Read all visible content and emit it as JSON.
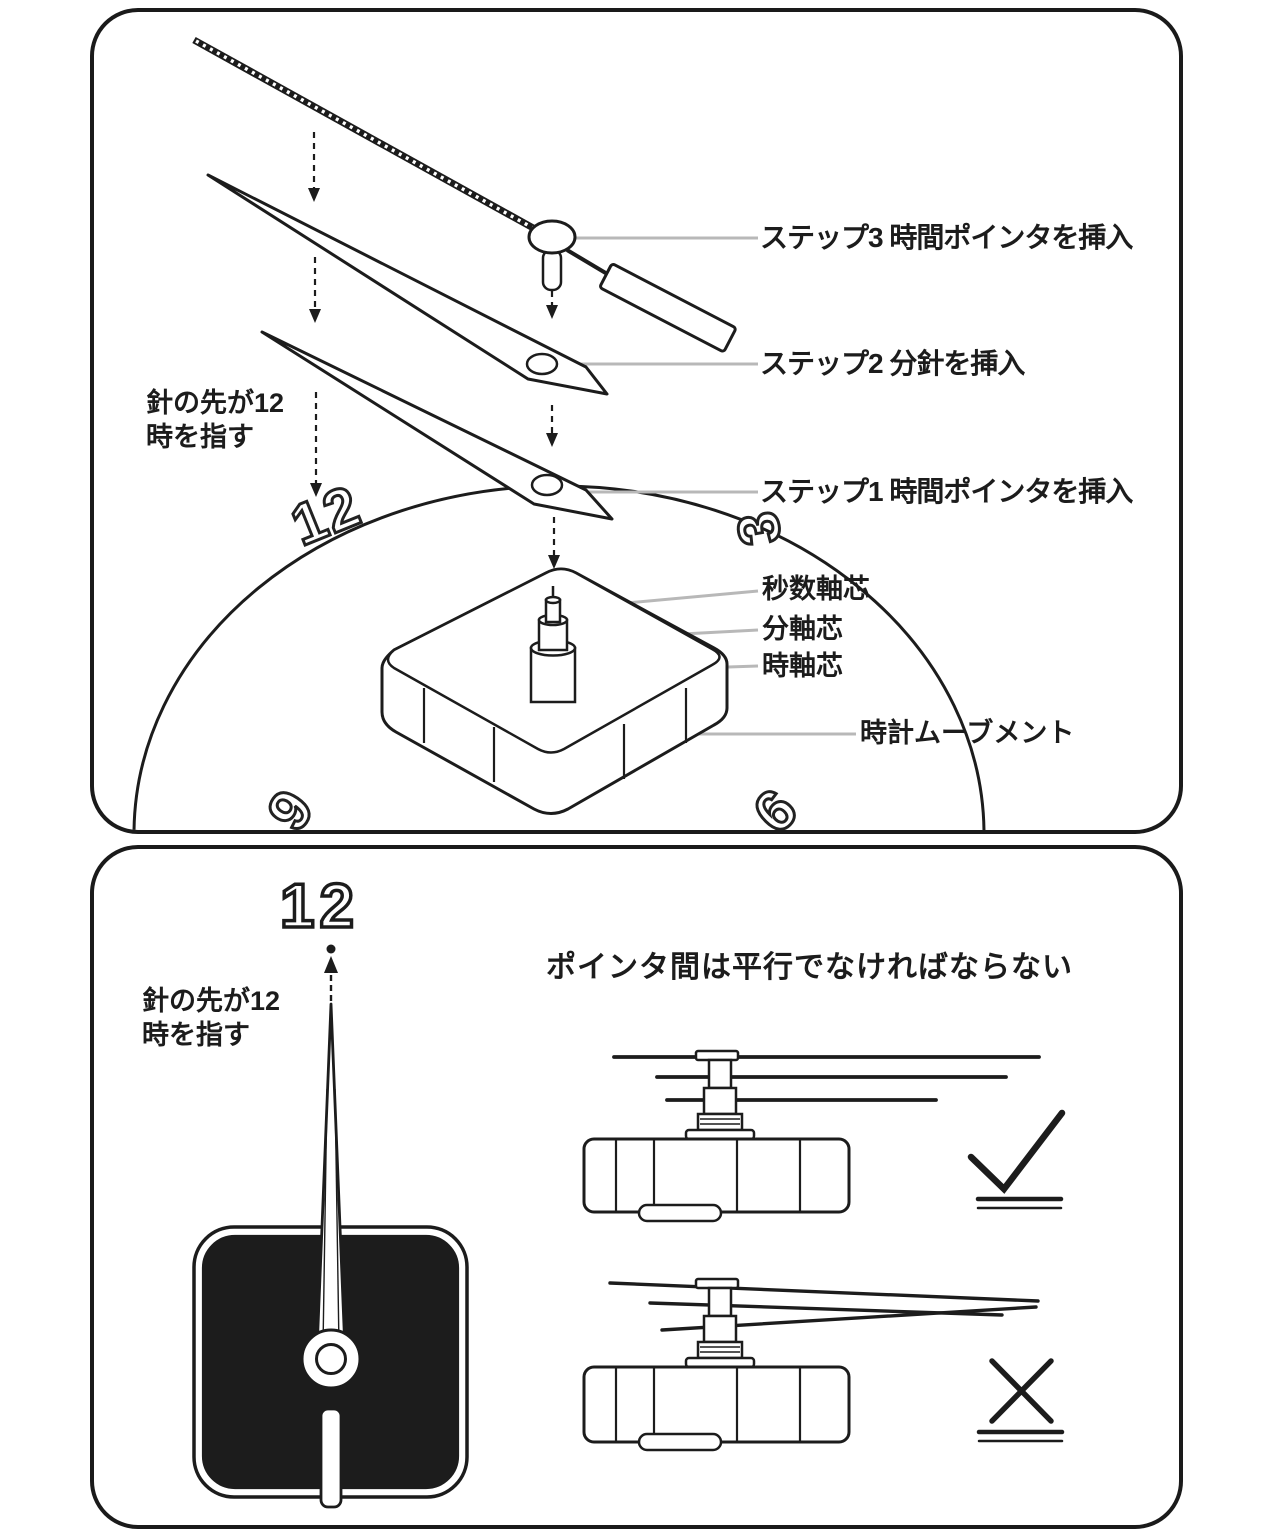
{
  "colors": {
    "ink": "#1c1c1c",
    "leader": "#b8b8b8",
    "stripe": "#8a8a8a",
    "background": "#ffffff"
  },
  "panel_top": {
    "steps": [
      {
        "label": "ステップ3 時間ポインタを挿入"
      },
      {
        "label": "ステップ2 分針を挿入"
      },
      {
        "label": "ステップ1 時間ポインタを挿入"
      }
    ],
    "shaft_labels": [
      {
        "label": "秒数軸芯"
      },
      {
        "label": "分軸芯"
      },
      {
        "label": "時軸芯"
      }
    ],
    "movement_label": "時計ムーブメント",
    "hand_note": {
      "line1": "針の先が12",
      "line2": "時を指す"
    },
    "dial_numbers": {
      "twelve": "12",
      "three": "3",
      "nine": "9",
      "six": "6"
    }
  },
  "panel_bottom": {
    "dial_number_twelve": "12",
    "hand_note": {
      "line1": "針の先が12",
      "line2": "時を指す"
    },
    "parallel_note": "ポインタ間は平行でなければならない",
    "correct_icon": "check-mark",
    "incorrect_icon": "cross-mark"
  }
}
